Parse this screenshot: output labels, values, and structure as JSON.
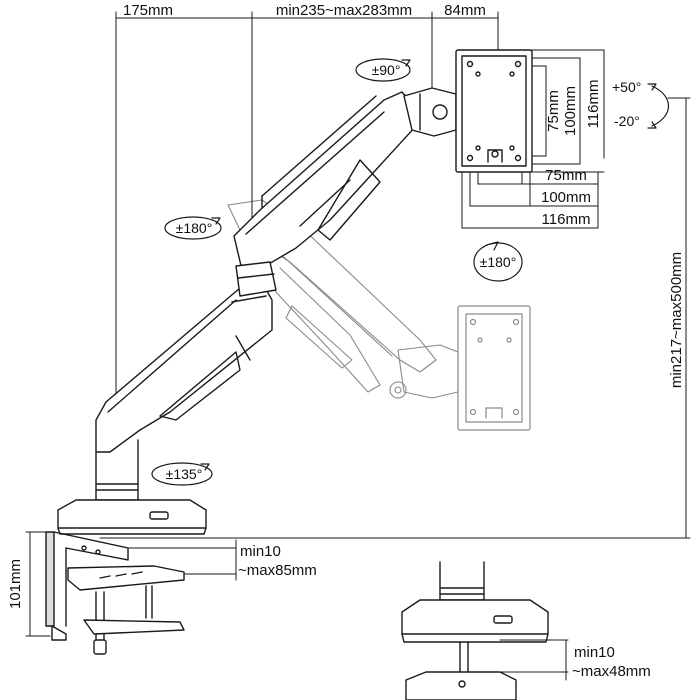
{
  "colors": {
    "line": "#1a1a1a",
    "ghost": "#8a8a8a",
    "fill": "#ffffff",
    "shade": "#dcdcdc"
  },
  "dimensions": {
    "top_left": "175mm",
    "top_mid": "min235~max283mm",
    "top_right": "84mm",
    "vesa_v75": "75mm",
    "vesa_v100": "100mm",
    "vesa_v116": "116mm",
    "vesa_h75": "75mm",
    "vesa_h100": "100mm",
    "vesa_h116": "116mm",
    "height": "min217~max500mm",
    "clamp_height": "101mm",
    "clamp_range_a": "min10",
    "clamp_range_b": "~max85mm",
    "grommet_range_a": "min10",
    "grommet_range_b": "~max48mm"
  },
  "rotations": {
    "swivel": "±90°",
    "tilt_up": "+50°",
    "tilt_down": "-20°",
    "arm_upper": "±180°",
    "screen_rotate": "±180°",
    "base": "±135°"
  }
}
